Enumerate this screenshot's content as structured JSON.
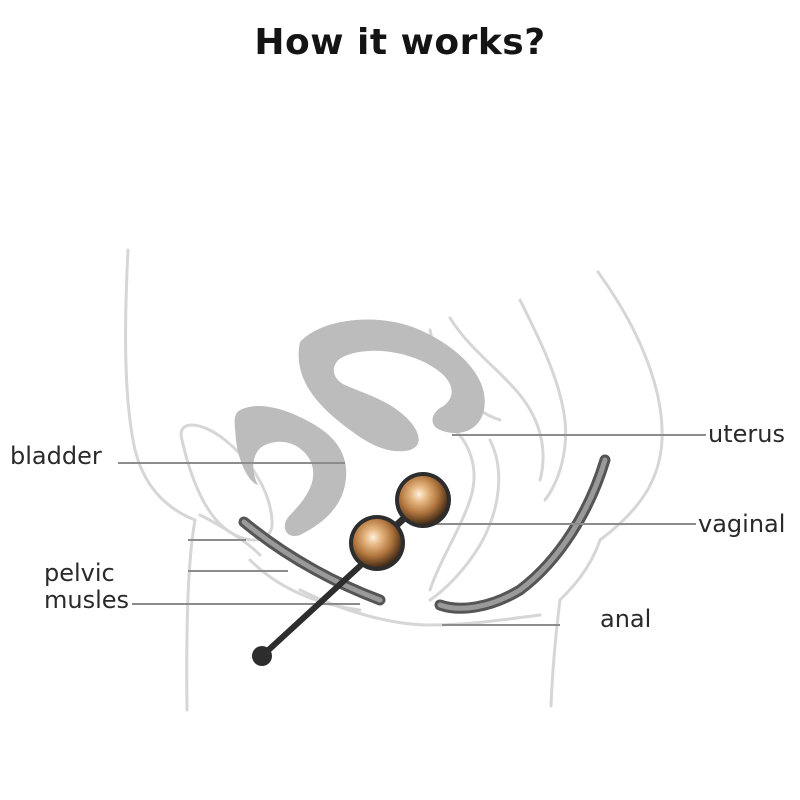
{
  "title": "How it works?",
  "labels": {
    "bladder": "bladder",
    "pelvic_line1": "pelvic",
    "pelvic_line2": "musles",
    "uterus": "uterus",
    "vaginal": "vaginal",
    "anal": "anal"
  },
  "colors": {
    "outline": "#d6d6d6",
    "organ_fill": "#bcbcbc",
    "leader_line": "#8c8c8c",
    "device_body": "#2d2d2d",
    "bead_gold": "#c9935a",
    "text": "#2a2a2a"
  }
}
